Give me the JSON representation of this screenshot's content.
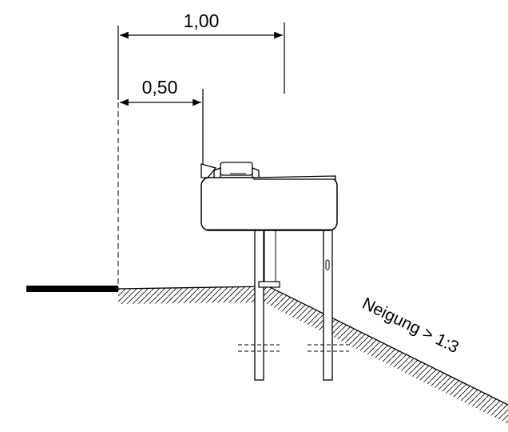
{
  "dimensions": {
    "top": {
      "label": "1,00"
    },
    "inner": {
      "label": "0,50"
    }
  },
  "slope": {
    "label": "Neigung > 1:3"
  }
}
